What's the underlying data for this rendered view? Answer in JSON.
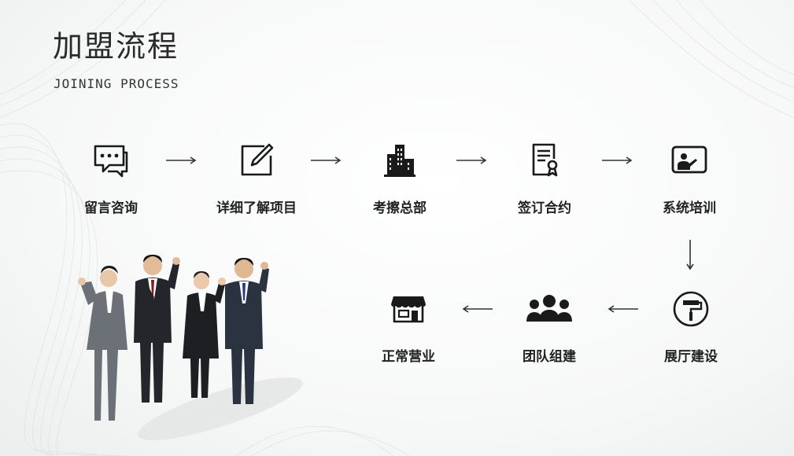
{
  "header": {
    "title": "加盟流程",
    "subtitle": "JOINING PROCESS"
  },
  "steps": [
    {
      "label": "留言咨询",
      "icon": "chat-bubble-icon"
    },
    {
      "label": "详细了解项目",
      "icon": "edit-icon"
    },
    {
      "label": "考擦总部",
      "icon": "building-icon"
    },
    {
      "label": "签订合约",
      "icon": "contract-icon"
    },
    {
      "label": "系统培训",
      "icon": "training-board-icon"
    },
    {
      "label": "展厅建设",
      "icon": "paint-roller-icon"
    },
    {
      "label": "团队组建",
      "icon": "team-icon"
    },
    {
      "label": "正常营业",
      "icon": "shop-icon"
    }
  ],
  "colors": {
    "icon": "#1a1a1a",
    "arrow": "#333333"
  }
}
